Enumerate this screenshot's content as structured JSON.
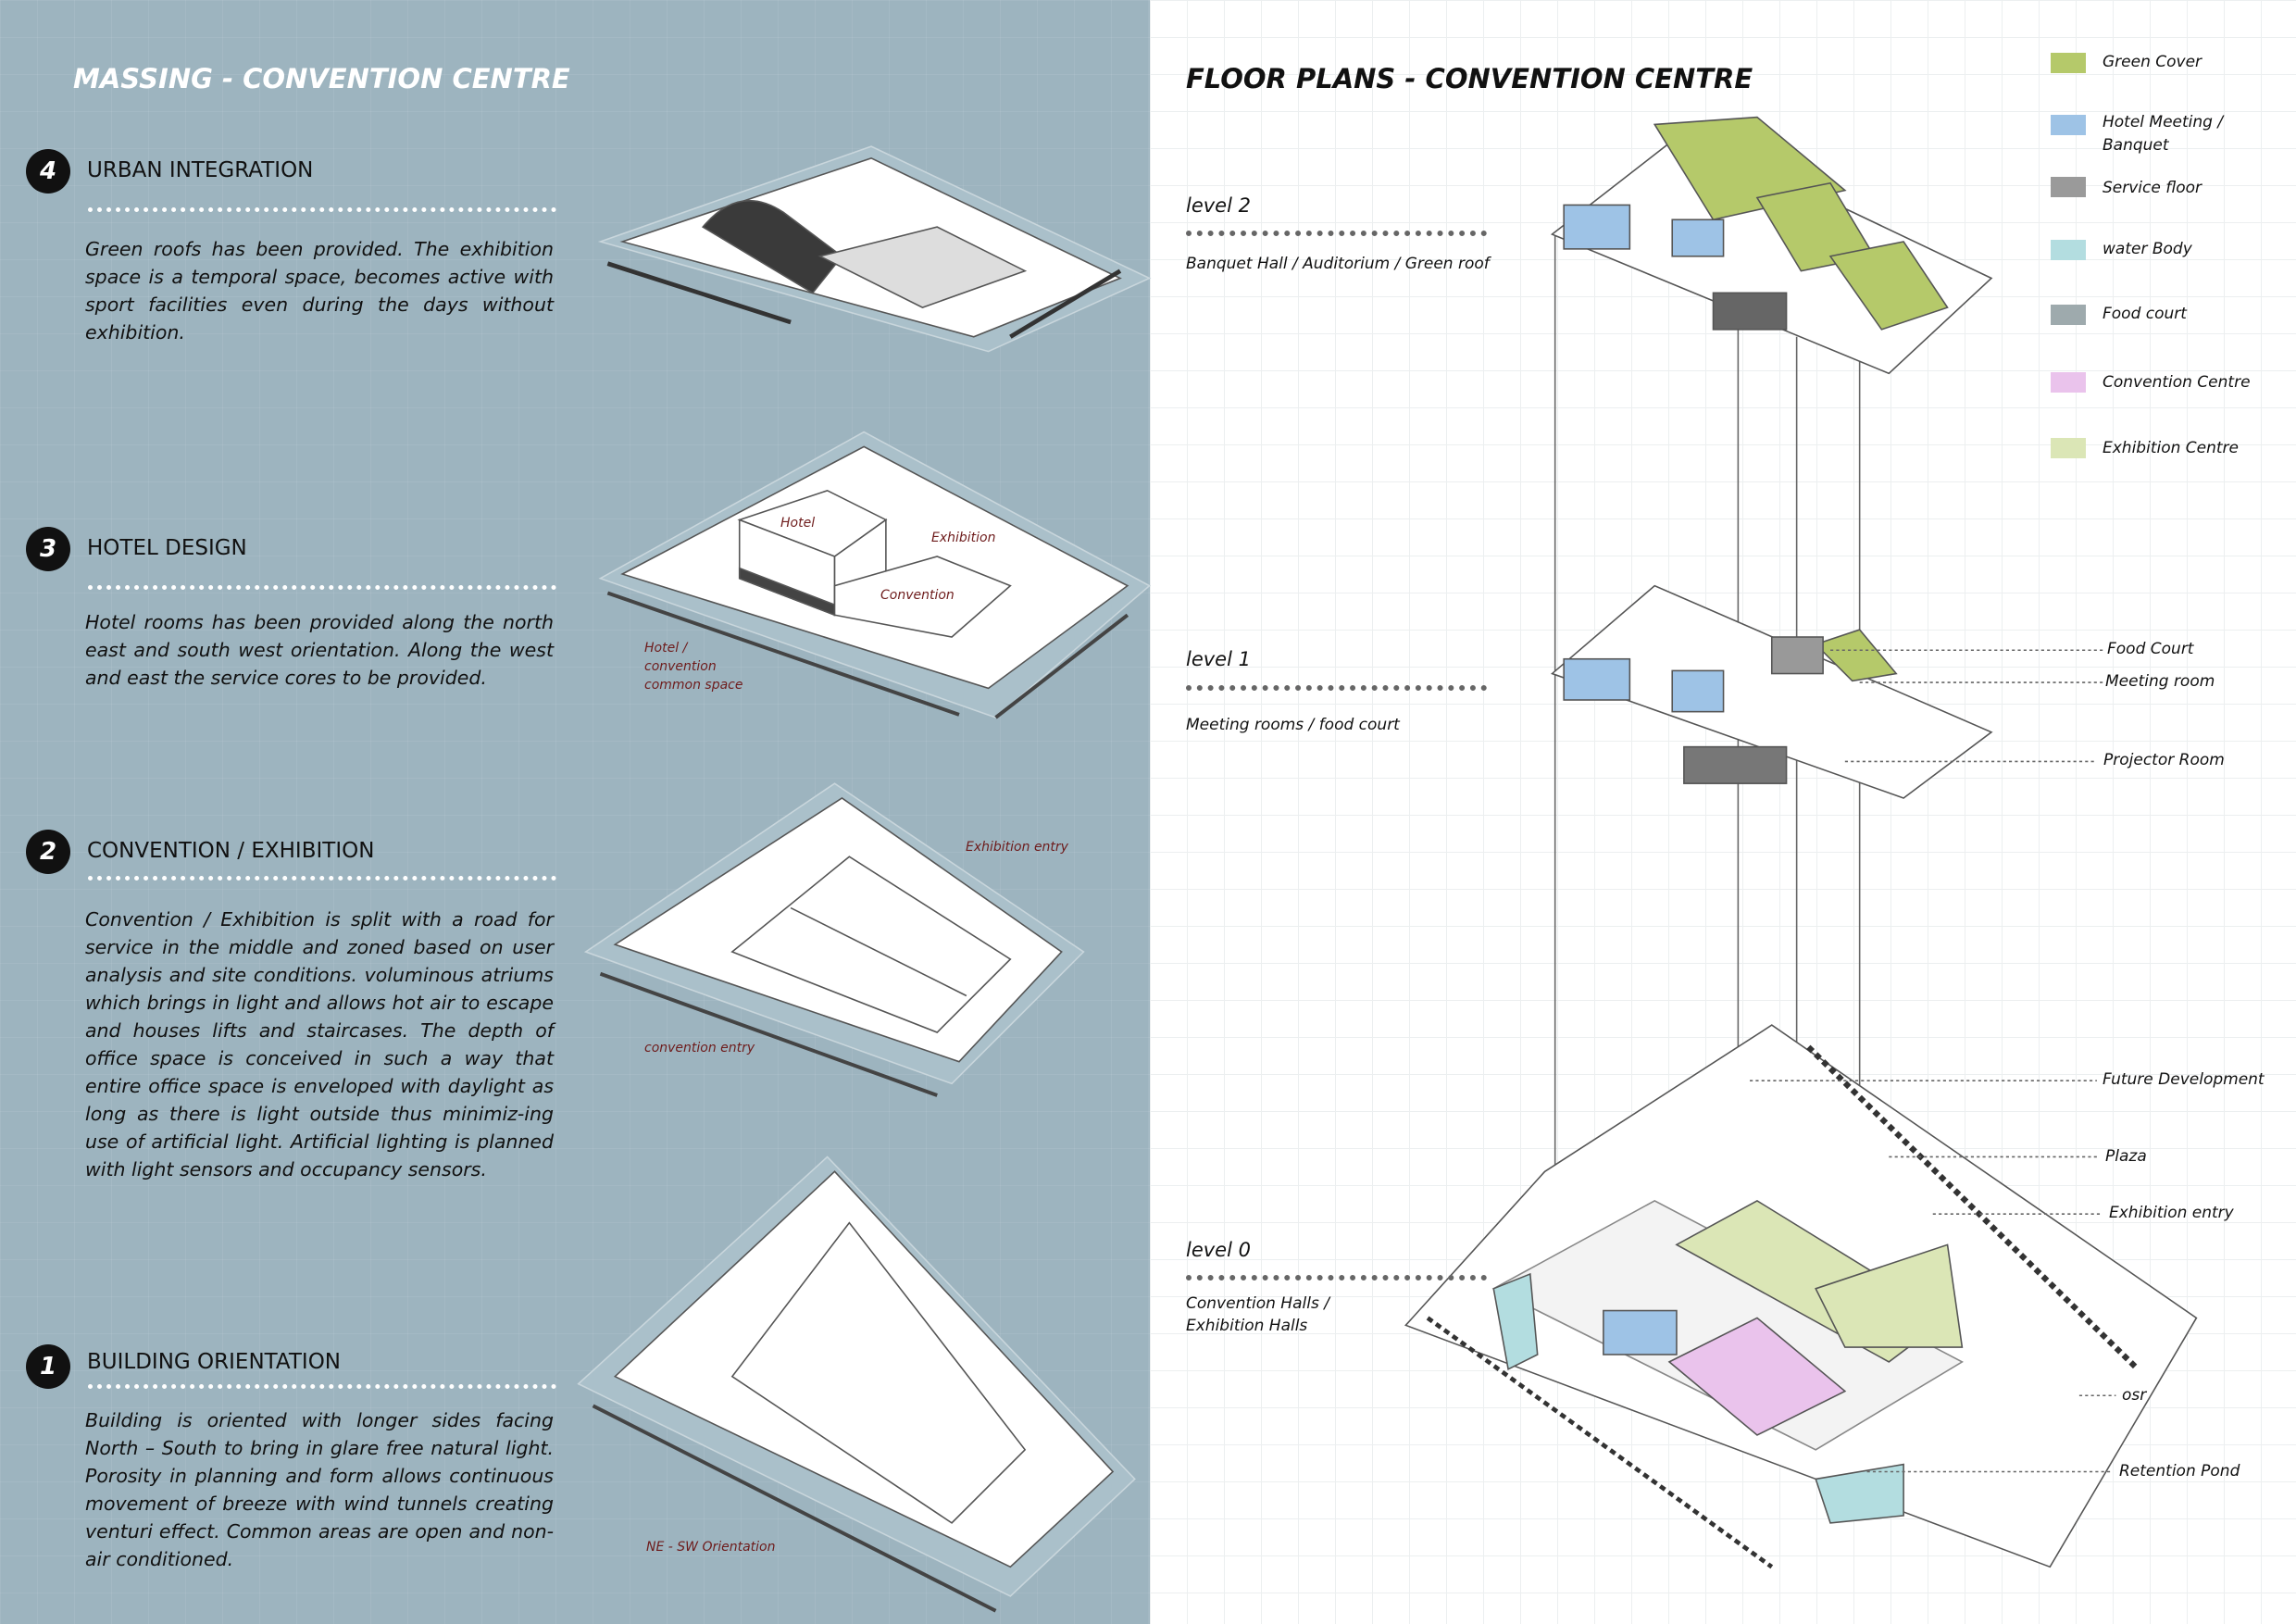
{
  "massing": {
    "title": "MASSING - CONVENTION CENTRE",
    "sections": [
      {
        "number": "4",
        "heading": "URBAN INTEGRATION",
        "text": "Green roofs has been provided. The exhibition space is a temporal space,  becomes active with sport facilities even during the days without exhibition."
      },
      {
        "number": "3",
        "heading": "HOTEL DESIGN",
        "text": "Hotel rooms has been provided along the north east and south west orientation. Along the west and east the service cores to be  provided."
      },
      {
        "number": "2",
        "heading": "CONVENTION / EXHIBITION",
        "text": "Convention / Exhibition is split with a road for service in the middle and zoned based on user analysis and site conditions. voluminous atriums which brings in light and allows hot air to escape and houses lifts and staircases. The depth of office space is conceived in such a way that entire office space is enveloped with daylight as long as there is light outside thus minimiz-ing use of artificial light. Artificial lighting is planned with light sensors and occupancy sensors."
      },
      {
        "number": "1",
        "heading": "BUILDING ORIENTATION",
        "text": "Building is oriented with longer sides facing North – South to bring in glare free natural light. Porosity in planning and form allows continuous movement of breeze with wind tunnels creating venturi effect. Common areas are open and non-air conditioned."
      }
    ],
    "diagram_labels": {
      "hotel": "Hotel",
      "exhibition": "Exhibition",
      "convention": "Convention",
      "common": "Hotel / convention common space",
      "exhibition_entry": "Exhibition entry",
      "convention_entry": "convention entry",
      "orientation": "NE - SW Orientation"
    }
  },
  "floor_plans": {
    "title": "FLOOR PLANS - CONVENTION CENTRE",
    "levels": [
      {
        "name": "level 2",
        "desc": "Banquet Hall / Auditorium / Green roof"
      },
      {
        "name": "level 1",
        "desc": "Meeting rooms / food court"
      },
      {
        "name": "level 0",
        "desc": "Convention Halls / Exhibition Halls"
      }
    ],
    "callouts": [
      "Food Court",
      "Meeting room",
      "Projector Room",
      "Future Development",
      "Plaza",
      "Exhibition entry",
      "osr",
      "Retention Pond"
    ]
  },
  "legend": [
    {
      "label": "Green Cover",
      "color": "#b5c96a"
    },
    {
      "label": "Hotel Meeting / Banquet",
      "color": "#9ec3e6"
    },
    {
      "label": "Service floor",
      "color": "#9a9a9a"
    },
    {
      "label": "water Body",
      "color": "#b3dde0"
    },
    {
      "label": "Food court",
      "color": "#9eaaad"
    },
    {
      "label": "Convention Centre",
      "color": "#eac3ec"
    },
    {
      "label": "Exhibition Centre",
      "color": "#dbe6b6"
    }
  ]
}
